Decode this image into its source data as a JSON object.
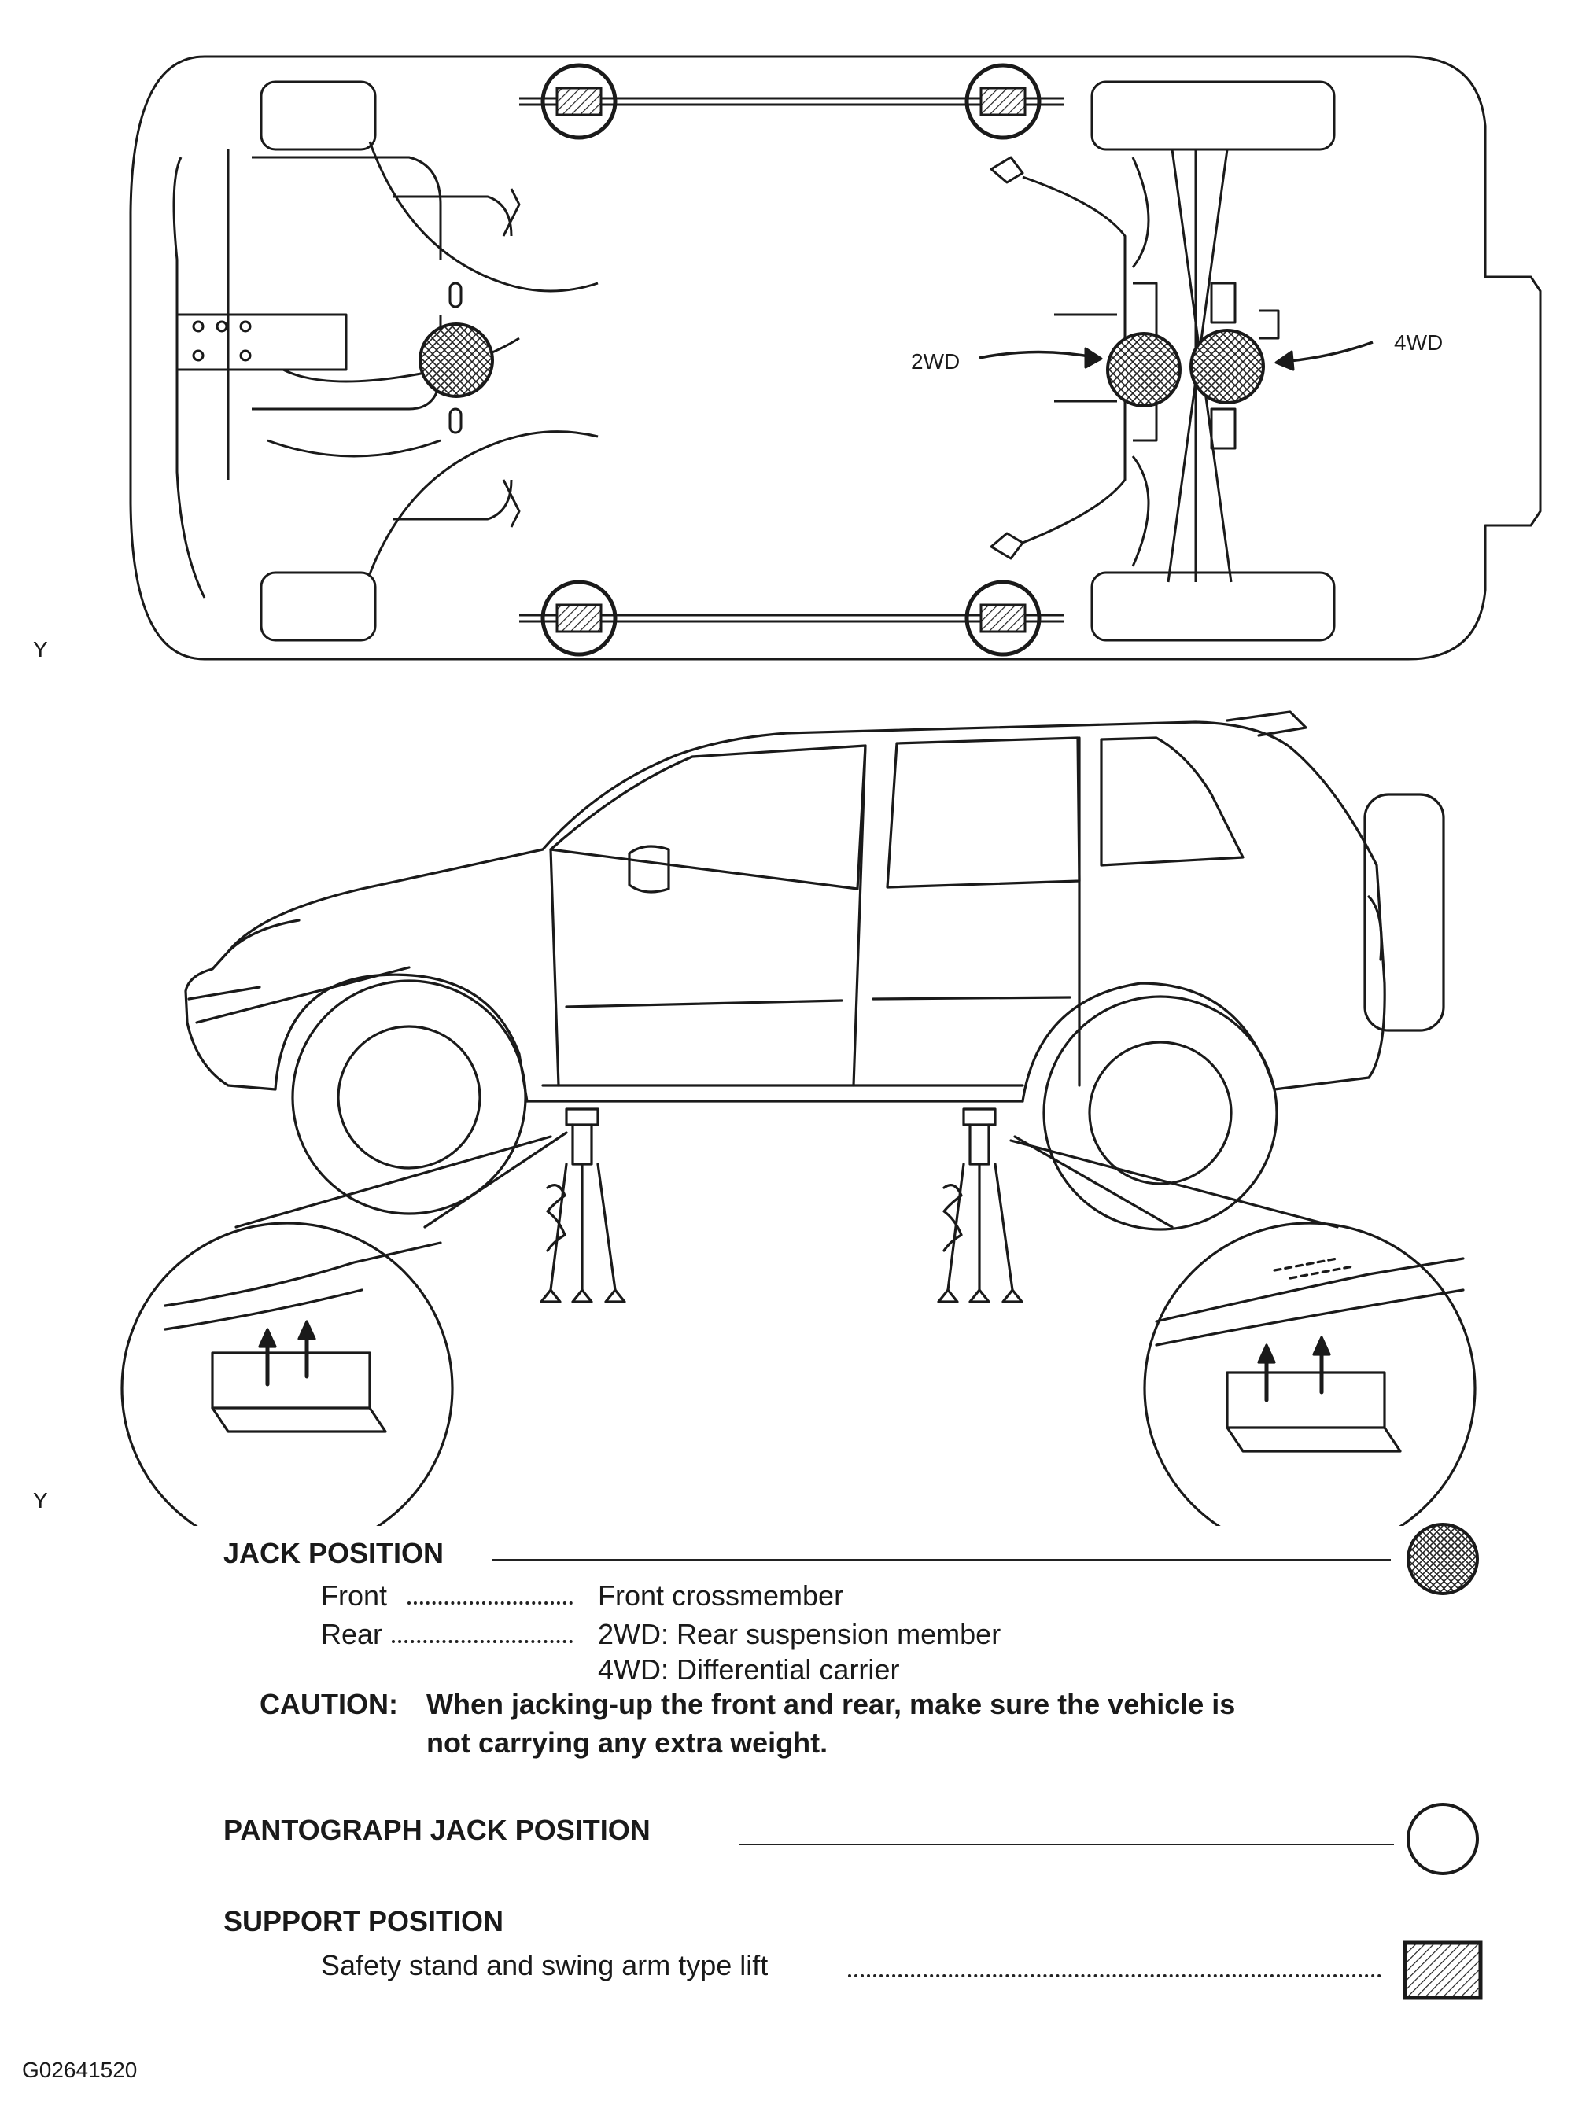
{
  "figure_marks": {
    "top": "Y",
    "middle": "Y",
    "figure_id": "G02641520"
  },
  "underbody_labels": {
    "two_wd": "2WD",
    "four_wd": "4WD"
  },
  "legend": {
    "jack_position": {
      "title": "JACK POSITION",
      "symbol": "crosshatched-circle-icon",
      "rows": [
        {
          "label": "Front",
          "value": "Front crossmember"
        },
        {
          "label": "Rear",
          "value": "2WD: Rear suspension member"
        },
        {
          "label": "",
          "value": "4WD: Differential carrier"
        }
      ],
      "caution_label": "CAUTION:",
      "caution_line1": "When jacking-up the front and rear, make sure the vehicle is",
      "caution_line2": "not carrying any extra weight."
    },
    "pantograph": {
      "title": "PANTOGRAPH JACK POSITION",
      "symbol": "open-circle-icon"
    },
    "support": {
      "title": "SUPPORT POSITION",
      "item": "Safety stand and swing arm type lift",
      "symbol": "hatched-square-icon"
    }
  },
  "colors": {
    "ink": "#1a1a1a",
    "fill_dark": "#555555",
    "paper": "#ffffff"
  }
}
